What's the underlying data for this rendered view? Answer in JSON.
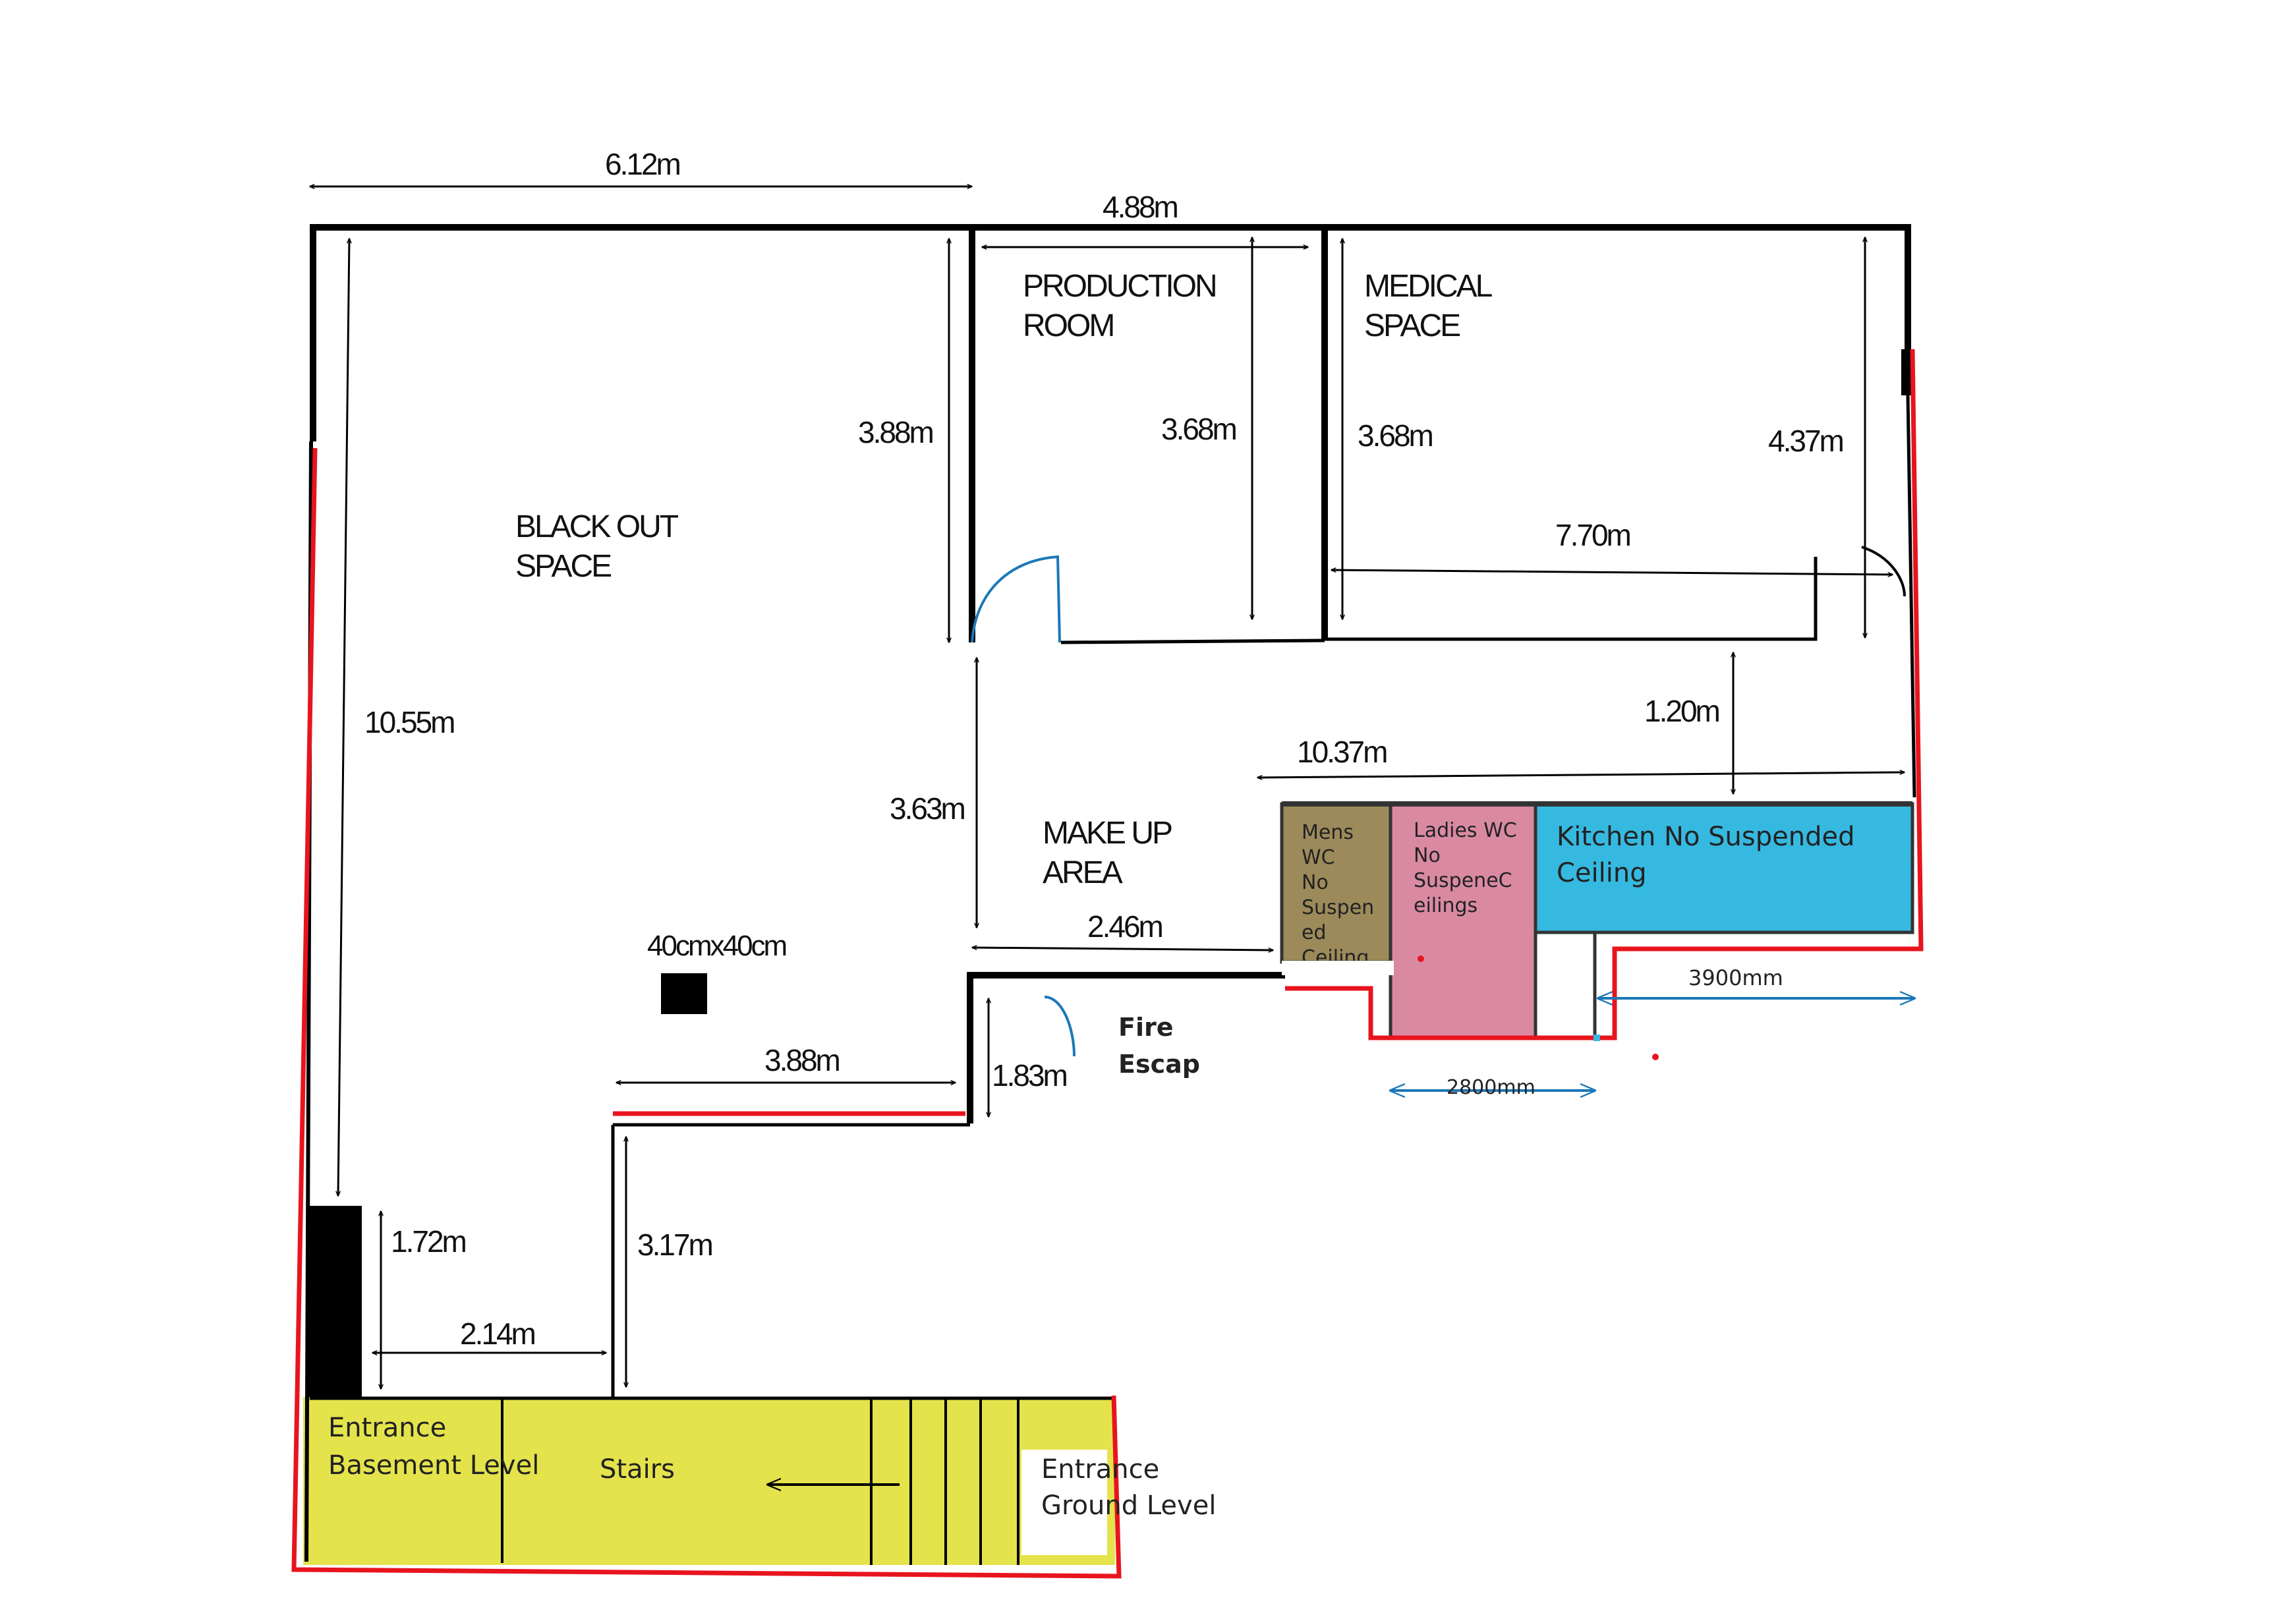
{
  "rooms": {
    "blackout": [
      "BLACK OUT",
      "SPACE"
    ],
    "production": [
      "PRODUCTION",
      "ROOM"
    ],
    "medical": [
      "MEDICAL",
      "SPACE"
    ],
    "makeup": [
      "MAKE UP",
      "AREA"
    ],
    "mens_wc": [
      "Mens",
      "WC",
      "No",
      "Suspen",
      "ed",
      "Ceiling"
    ],
    "ladies_wc": [
      "Ladies WC",
      "No",
      "SuspeneC",
      "eilings"
    ],
    "kitchen": [
      "Kitchen No Suspended",
      "Ceiling"
    ],
    "fire_escape": [
      "Fire",
      "Escap"
    ],
    "entrance_basement": [
      "Entrance",
      "Basement Level"
    ],
    "stairs": "Stairs",
    "entrance_ground": [
      "Entrance",
      "Ground Level"
    ],
    "column": "40cmx40cm"
  },
  "dimensions": {
    "blackout_width": "6.12m",
    "production_medical_width": "4.88m",
    "blackout_upper_height": "3.88m",
    "production_height": "3.68m",
    "medical_height_left": "3.68m",
    "medical_height_right": "4.37m",
    "medical_width": "7.70m",
    "corridor_depth": "1.20m",
    "wc_kitchen_width": "10.37m",
    "makeup_height": "3.63m",
    "makeup_width": "2.46m",
    "blackout_height": "10.55m",
    "lower_ledge_width": "3.88m",
    "fire_escape_depth": "1.83m",
    "entrance_height": "1.72m",
    "entrance_width": "2.14m",
    "stair_wall_height": "3.17m",
    "kitchen_recess": "3900mm",
    "wc_recess": "2800mm"
  },
  "colors": {
    "mens_wc": "#9c8a5a",
    "ladies_wc": "#d98aa2",
    "kitchen": "#36b9e0",
    "entrance": "#e4e34c",
    "boundary": "#e8141e",
    "door_swing": "#1b78b8"
  }
}
